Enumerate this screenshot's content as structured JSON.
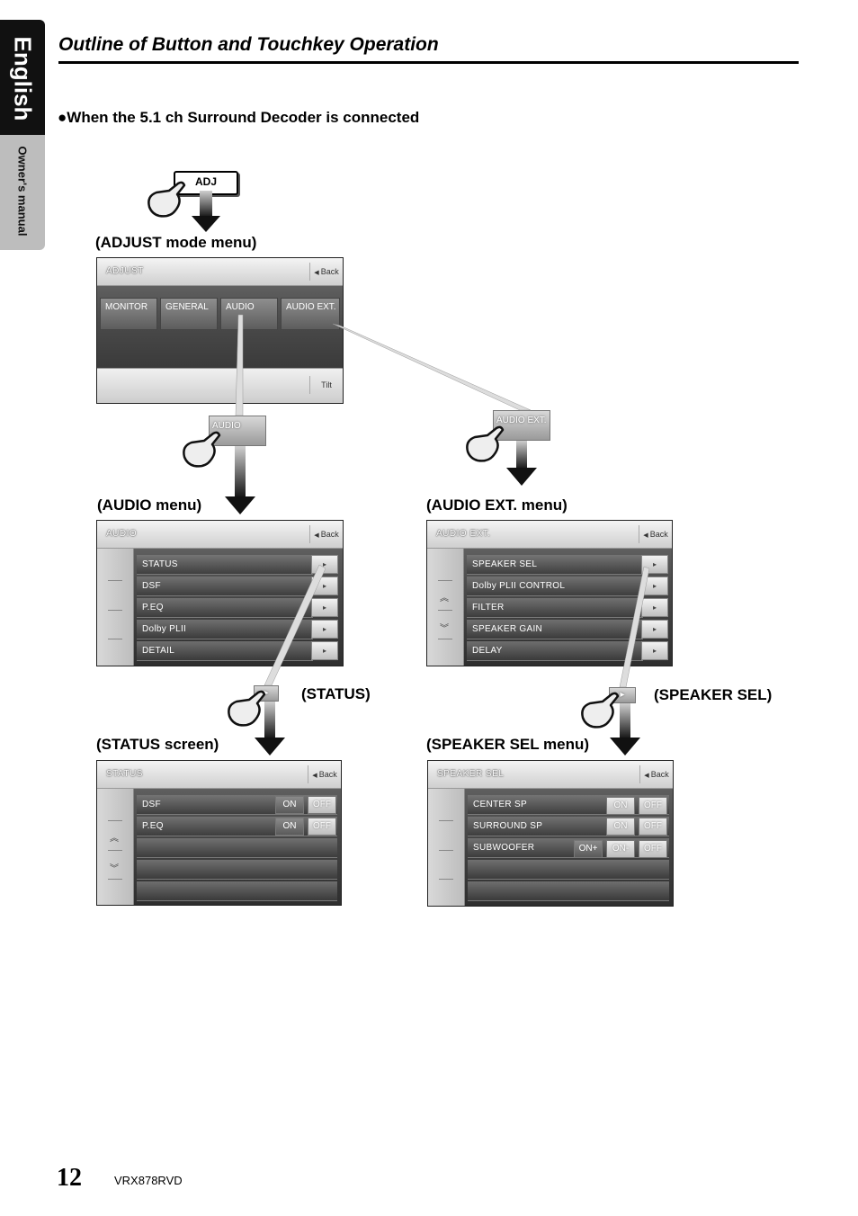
{
  "side": {
    "language": "English",
    "manual": "Owner's manual"
  },
  "section_title": "Outline of Button and Touchkey Operation",
  "bullet": "●When the 5.1 ch Surround Decoder is connected",
  "adj_key": "ADJ",
  "captions": {
    "adjust": "(ADJUST mode menu)",
    "audio": "(AUDIO menu)",
    "audio_ext": "(AUDIO EXT. menu)",
    "status_key": "(STATUS)",
    "speaker_key": "(SPEAKER SEL)",
    "status_screen": "(STATUS screen)",
    "speaker_menu": "(SPEAKER SEL menu)"
  },
  "adjust_screen": {
    "title": "ADJUST",
    "back": "Back",
    "tilt": "Tilt",
    "tabs": [
      "MONITOR",
      "GENERAL",
      "AUDIO",
      "AUDIO EXT."
    ]
  },
  "popup_audio": "AUDIO",
  "popup_audio_ext": "AUDIO EXT.",
  "audio_screen": {
    "title": "AUDIO",
    "back": "Back",
    "items": [
      "STATUS",
      "DSF",
      "P.EQ",
      "Dolby PLII",
      "DETAIL"
    ]
  },
  "audio_ext_screen": {
    "title": "AUDIO EXT.",
    "back": "Back",
    "items": [
      "SPEAKER SEL",
      "Dolby PLII CONTROL",
      "FILTER",
      "SPEAKER GAIN",
      "DELAY"
    ]
  },
  "status_screen": {
    "title": "STATUS",
    "back": "Back",
    "rows": [
      {
        "label": "DSF",
        "on": "ON",
        "off": "OFF"
      },
      {
        "label": "P.EQ",
        "on": "ON",
        "off": "OFF"
      }
    ]
  },
  "speaker_screen": {
    "title": "SPEAKER SEL",
    "back": "Back",
    "rows": [
      {
        "label": "CENTER SP",
        "opts": [
          "ON",
          "OFF"
        ]
      },
      {
        "label": "SURROUND SP",
        "opts": [
          "ON",
          "OFF"
        ]
      },
      {
        "label": "SUBWOOFER",
        "opts": [
          "ON+",
          "ON-",
          "OFF"
        ]
      }
    ]
  },
  "footer": {
    "page": "12",
    "model": "VRX878RVD"
  }
}
